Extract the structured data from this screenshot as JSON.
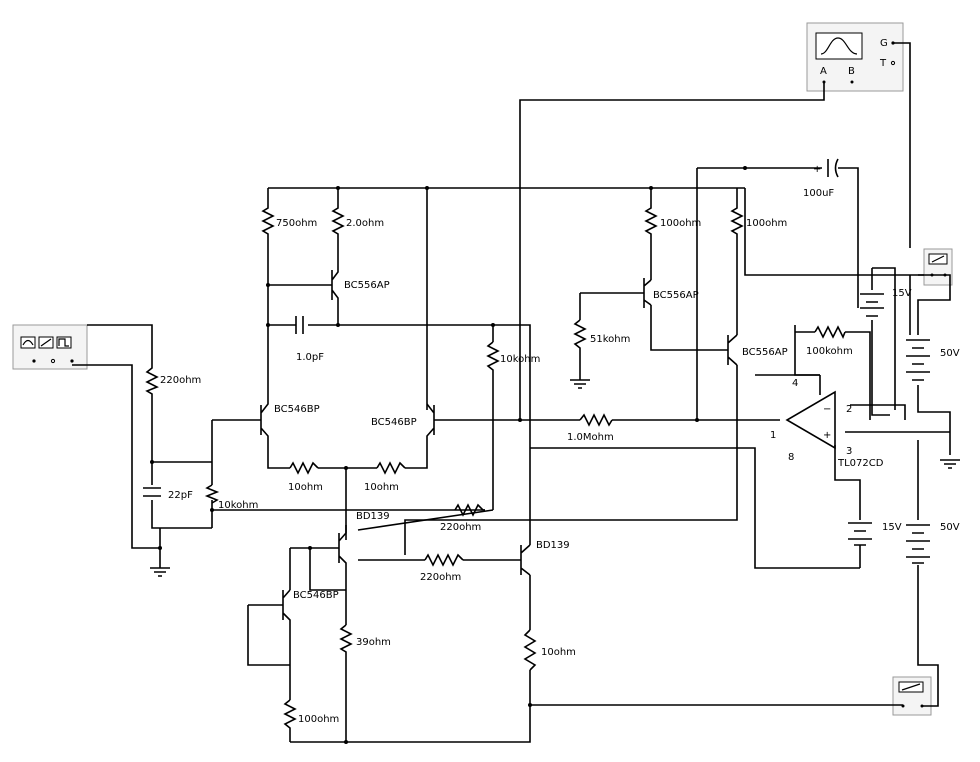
{
  "resistors": {
    "r1": "750ohm",
    "r2": "2.0ohm",
    "r3": "220ohm",
    "r4": "10kohm",
    "r5": "10kohm",
    "r6": "10ohm",
    "r7": "10ohm",
    "r8": "220ohm",
    "r9": "220ohm",
    "r10": "39ohm",
    "r11": "10ohm",
    "r12": "100ohm",
    "r13": "100ohm",
    "r14": "100ohm",
    "r15": "51kohm",
    "r16": "1.0Mohm",
    "r17": "100kohm"
  },
  "capacitors": {
    "c1": "1.0pF",
    "c2": "22pF",
    "c3": "100uF"
  },
  "transistors": {
    "q1": "BC556AP",
    "q2": "BC546BP",
    "q3": "BC546BP",
    "q4": "BD139",
    "q5": "BD139",
    "q6": "BC546BP",
    "q7": "BC556AP",
    "q8": "BC556AP"
  },
  "opamp": {
    "part": "TL072CD",
    "pins": [
      "4",
      "2",
      "1",
      "8",
      "3"
    ]
  },
  "batteries": {
    "b1": "15V",
    "b2": "50V",
    "b3": "15V",
    "b4": "50V"
  },
  "oscilloscope": {
    "channel_a": "A",
    "channel_b": "B",
    "ground": "G",
    "trigger": "T"
  }
}
